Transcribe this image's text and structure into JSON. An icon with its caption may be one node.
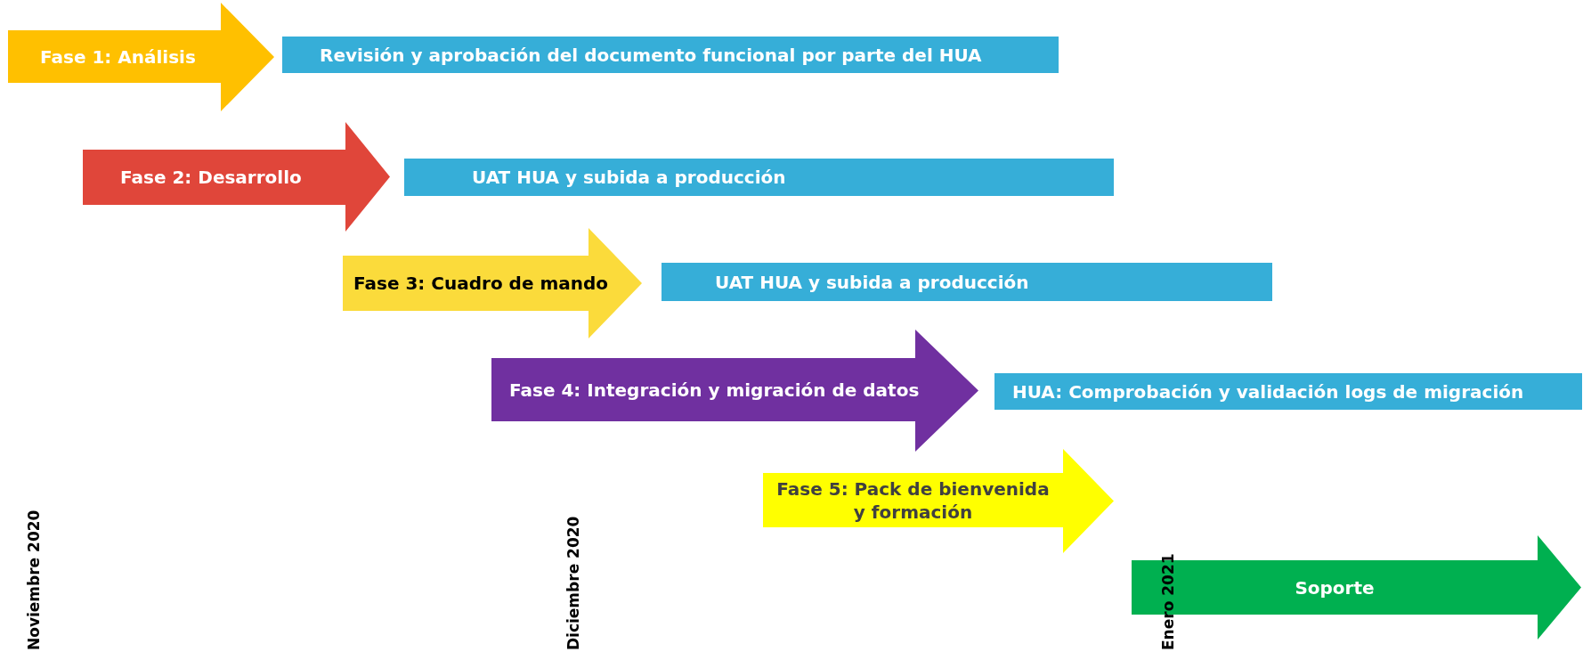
{
  "diagram": {
    "nodes": [
      {
        "text": [
          "Fase 1: Análisis"
        ]
      },
      {
        "text": [
          "Revisión y aprobación del documento funcional por parte del HUA"
        ]
      },
      {
        "text": [
          "Fase 2: Desarrollo"
        ]
      },
      {
        "text": [
          "UAT HUA y subida a producción"
        ]
      },
      {
        "text": [
          "Fase 3: Cuadro de mando"
        ]
      },
      {
        "text": [
          "UAT HUA y subida a producción"
        ]
      },
      {
        "text": [
          "Fase 4: Integración y migración de datos"
        ]
      },
      {
        "text": [
          "HUA: Comprobación y validación logs de migración"
        ]
      },
      {
        "text": [
          "Fase 5: Pack de bienvenida y formación"
        ]
      },
      {
        "text": [
          "Soporte"
        ]
      }
    ],
    "labels": [
      "Noviembre 2020",
      "Diciembre 2020",
      "Enero 2021"
    ]
  }
}
